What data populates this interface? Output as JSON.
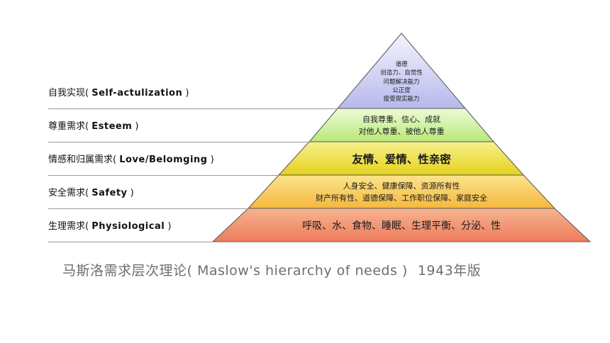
{
  "levels": [
    {
      "key": "self",
      "zh": "自我实现",
      "en": "Self-actulization",
      "lines": [
        "道德",
        "创造力、自觉性",
        "问题解决能力",
        "公正度",
        "接受现实能力"
      ],
      "color": "#c4c6ee"
    },
    {
      "key": "esteem",
      "zh": "尊重需求",
      "en": "Esteem",
      "lines": [
        "自我尊重、信心、成就",
        "对他人尊重、被他人尊重"
      ],
      "color": "#c8ee8c"
    },
    {
      "key": "love",
      "zh": "情感和归属需求",
      "en": "Love/Belomging",
      "lines": [
        "友情、爱情、性亲密"
      ],
      "color": "#eee12a"
    },
    {
      "key": "safety",
      "zh": "安全需求",
      "en": "Safety",
      "lines": [
        "人身安全、健康保障、资源所有性",
        "财产所有性、道德保障、工作职位保障、家庭安全"
      ],
      "color": "#f8c54a"
    },
    {
      "key": "phys",
      "zh": "生理需求",
      "en": "Physiological",
      "lines": [
        "呼吸、水、食物、睡眠、生理平衡、分泌、性"
      ],
      "color": "#f2906a"
    }
  ],
  "caption": {
    "text": "马斯洛需求层次理论( Maslow's hierarchy of needs )",
    "year": "1943年版"
  }
}
